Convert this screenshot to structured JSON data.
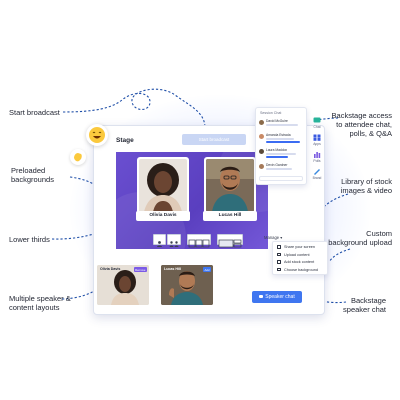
{
  "callouts": {
    "start_broadcast": "Start broadcast",
    "preloaded_backgrounds": [
      "Preloaded",
      "backgrounds"
    ],
    "lower_thirds": "Lower thirds",
    "multiple_layouts": [
      "Multiple speaker &",
      "content layouts"
    ],
    "backstage_access": [
      "Backstage access",
      "to attendee chat,",
      "polls, & Q&A"
    ],
    "stock_library": [
      "Library of stock",
      "images & video"
    ],
    "custom_background": [
      "Custom",
      "background upload"
    ],
    "backstage_chat": [
      "Backstage",
      "speaker chat"
    ]
  },
  "stage": {
    "title": "Stage",
    "broadcast_button": "Start broadcast"
  },
  "speakers": [
    {
      "name": "Olivia Davis"
    },
    {
      "name": "Lucas Hill"
    }
  ],
  "chat": {
    "title": "Session Chat",
    "messages": [
      {
        "name": "David McGuire",
        "avatar_color": "#8a6a4a"
      },
      {
        "name": "Amanda Estrada",
        "avatar_color": "#c98a66"
      },
      {
        "name": "Laura Maddox",
        "avatar_color": "#5a4a3a"
      },
      {
        "name": "Devin Gardner",
        "avatar_color": "#a57a5a"
      }
    ]
  },
  "tools": [
    {
      "label": "Chat",
      "icon": "chat-icon",
      "color": "#27b39a"
    },
    {
      "label": "Apps",
      "icon": "apps-icon",
      "color": "#3a5ae0"
    },
    {
      "label": "Polls",
      "icon": "polls-icon",
      "color": "#7a5ae0"
    },
    {
      "label": "Brand",
      "icon": "brand-icon",
      "color": "#3a8ae0"
    }
  ],
  "manage": {
    "label": "Manage ▾"
  },
  "menu": [
    {
      "label": "Share your screen",
      "icon": "screen-icon"
    },
    {
      "label": "Upload content",
      "icon": "upload-icon"
    },
    {
      "label": "Add stock content",
      "icon": "stock-icon"
    },
    {
      "label": "Choose background",
      "icon": "background-icon"
    }
  ],
  "backstage": [
    {
      "name": "Olivia Davis",
      "badge": "Remove",
      "badge_color": "#7b5ae6"
    },
    {
      "name": "Lucas Hill",
      "badge": "Add",
      "badge_color": "#3f76f0"
    }
  ],
  "speaker_chat": {
    "label": "Speaker chat"
  },
  "colors": {
    "accent": "#3f76f0",
    "stage_bg": "#6a4fd0",
    "callout_line": "#1f4fa8"
  }
}
